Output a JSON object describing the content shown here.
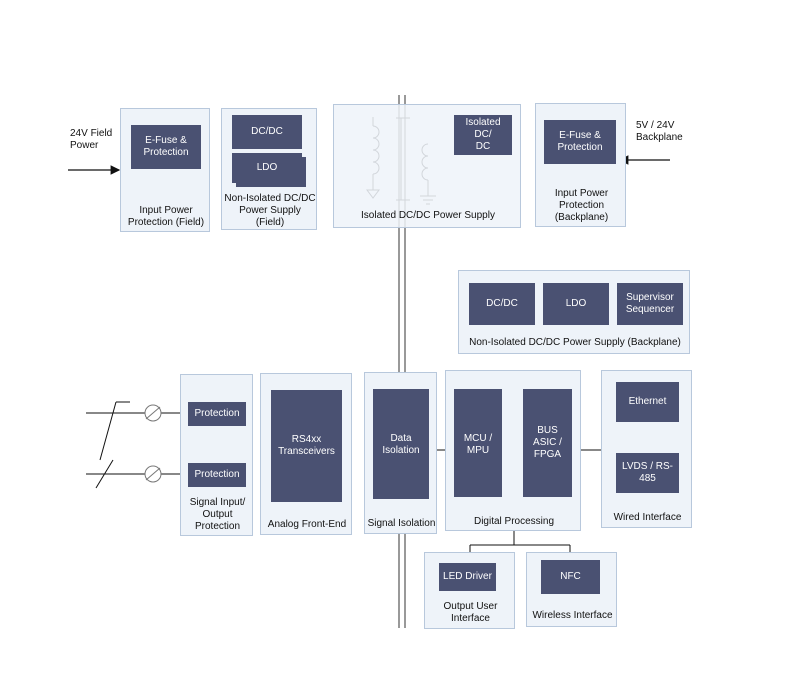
{
  "external": {
    "field_power": [
      "24V Field",
      "Power"
    ],
    "backplane_power": [
      "5V / 24V",
      "Backplane"
    ]
  },
  "input_power_field": {
    "block": [
      "E-Fuse &",
      "Protection"
    ],
    "caption": [
      "Input Power",
      "Protection (Field)"
    ]
  },
  "nonisolated_field": {
    "dcdc": "DC/DC",
    "ldo": "LDO",
    "caption": [
      "Non-Isolated DC/DC",
      "Power Supply",
      "(Field)"
    ]
  },
  "isolated_supply": {
    "block": [
      "Isolated DC/",
      "DC"
    ],
    "caption": "Isolated DC/DC Power Supply"
  },
  "input_power_backplane": {
    "block": [
      "E-Fuse &",
      "Protection"
    ],
    "caption": [
      "Input Power",
      "Protection",
      "(Backplane)"
    ]
  },
  "nonisolated_backplane": {
    "dcdc": "DC/DC",
    "ldo": "LDO",
    "supervisor": [
      "Supervisor",
      "Sequencer"
    ],
    "caption": "Non-Isolated DC/DC Power Supply (Backplane)"
  },
  "signal_protection": {
    "block1": "Protection",
    "block2": "Protection",
    "caption": [
      "Signal Input/",
      "Output",
      "Protection"
    ]
  },
  "analog_front_end": {
    "block": [
      "RS4xx",
      "Transceivers"
    ],
    "caption": "Analog Front-End"
  },
  "signal_isolation": {
    "block": [
      "Data",
      "Isolation"
    ],
    "caption": "Signal Isolation"
  },
  "digital_processing": {
    "mcu": [
      "MCU /",
      "MPU"
    ],
    "bus": [
      "BUS",
      "ASIC /",
      "FPGA"
    ],
    "caption": "Digital Processing"
  },
  "wired_interface": {
    "ethernet": "Ethernet",
    "lvds": [
      "LVDS / RS-",
      "485"
    ],
    "caption": "Wired Interface"
  },
  "output_user": {
    "block": "LED Driver",
    "caption": [
      "Output User",
      "Interface"
    ]
  },
  "wireless": {
    "block": "NFC",
    "caption": "Wireless Interface"
  },
  "colors": {
    "block": "#4a5172",
    "panel": "#eef3f9",
    "panel_border": "#b8c8dc",
    "wire": "#111111"
  }
}
